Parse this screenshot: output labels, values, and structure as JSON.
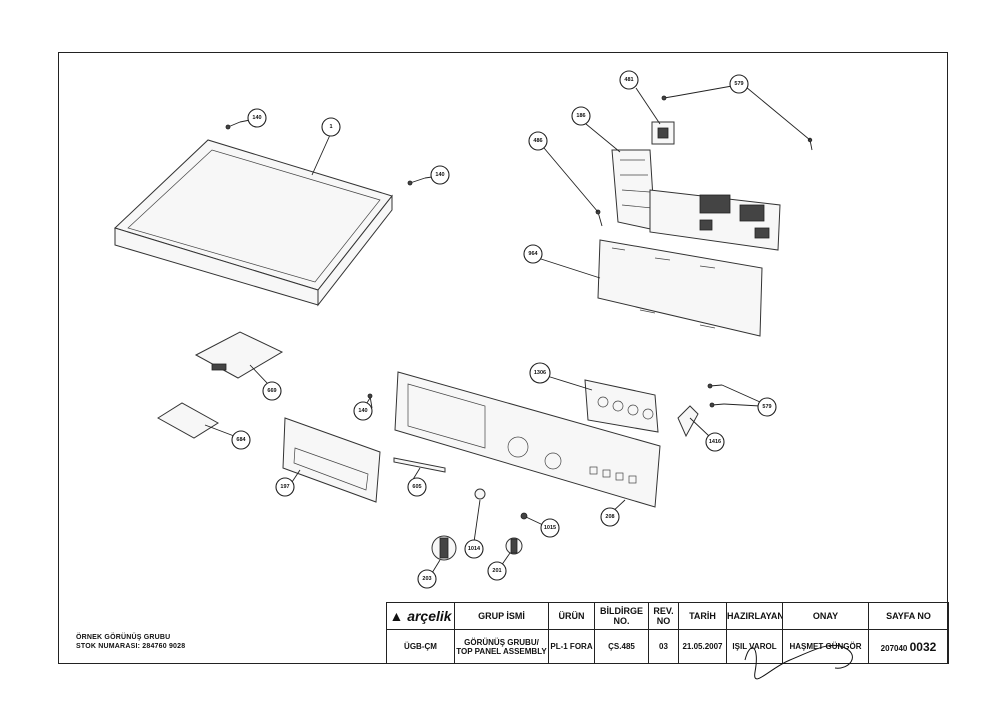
{
  "callouts": [
    "1",
    "140",
    "140",
    "140",
    "481",
    "579",
    "186",
    "486",
    "964",
    "669",
    "684",
    "1306",
    "579",
    "1416",
    "197",
    "605",
    "208",
    "1014",
    "1015",
    "203",
    "201"
  ],
  "stock": {
    "title": "ÖRNEK GÖRÜNÜŞ GRUBU",
    "number": "STOK NUMARASI: 284760 9028"
  },
  "title_block": {
    "brand": "arçelik",
    "headers": {
      "group": "GRUP İSMİ",
      "product": "ÜRÜN",
      "notice": "BİLDİRGE NO.",
      "rev": "REV. NO",
      "date": "TARİH",
      "prepared": "HAZIRLAYAN",
      "approval": "ONAY",
      "page": "SAYFA NO"
    },
    "values": {
      "code": "ÜGB-ÇM",
      "group": "GÖRÜNÜŞ GRUBU/ TOP PANEL ASSEMBLY",
      "product": "PL-1 FORA",
      "notice": "ÇS.485",
      "rev": "03",
      "date": "21.05.2007",
      "prepared": "IŞIL VAROL",
      "approval": "HAŞMET GÜNGÖR",
      "page_prefix": "207040",
      "page_number": "0032"
    }
  }
}
